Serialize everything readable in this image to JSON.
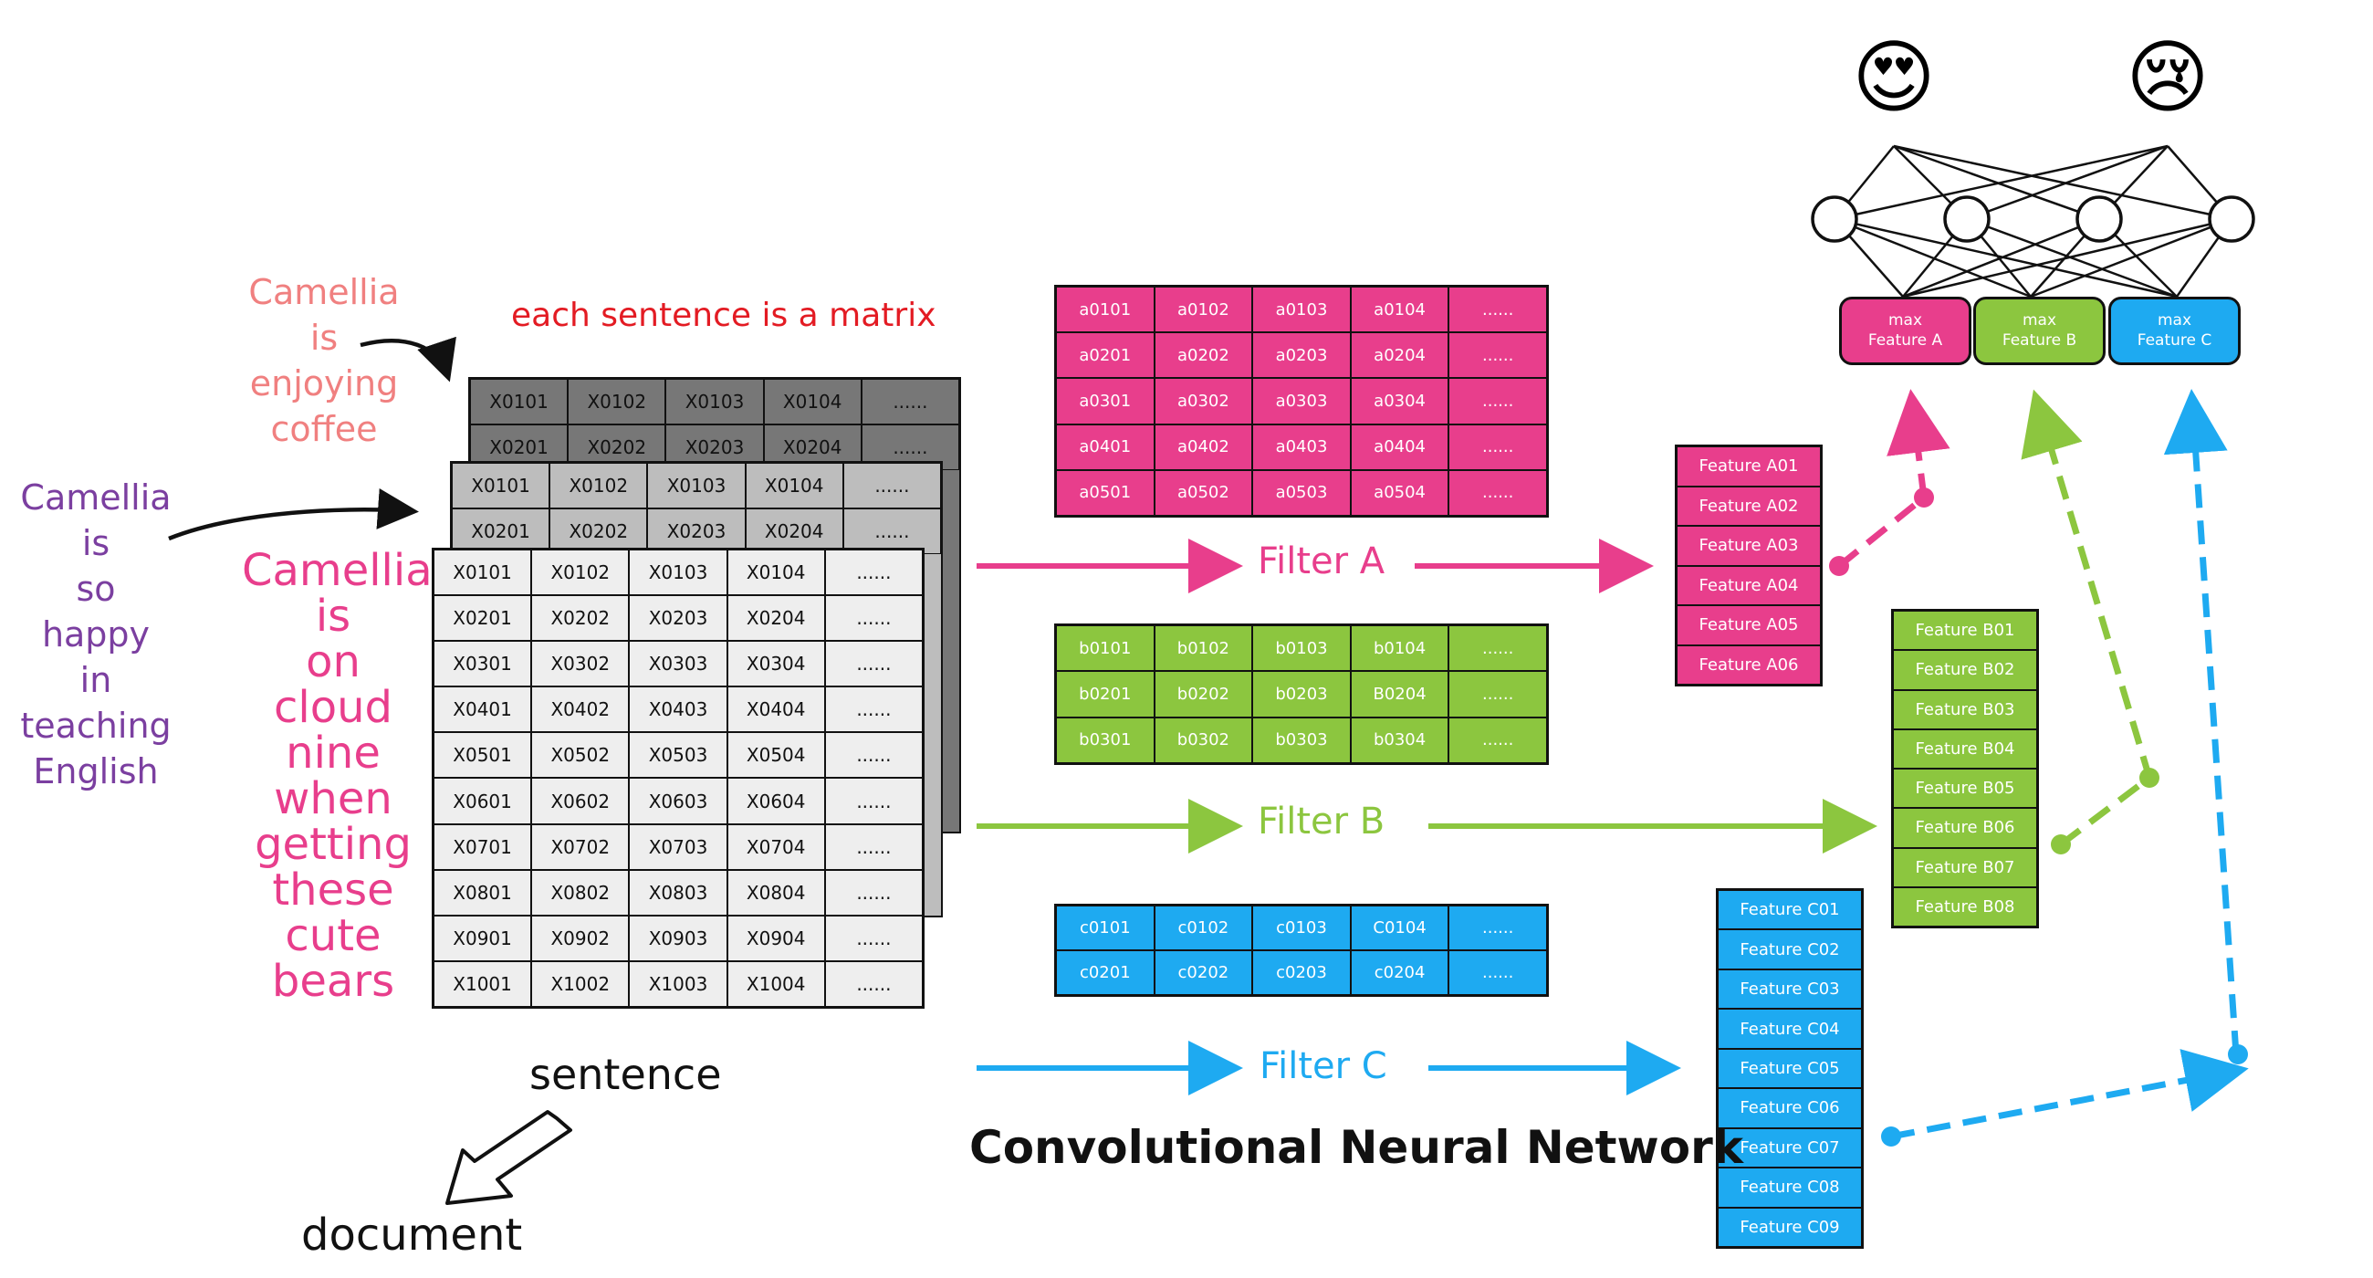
{
  "title": "Convolutional Neural Network",
  "annotation_matrix": "each sentence is a matrix",
  "label_sentence": "sentence",
  "label_document": "document",
  "colors": {
    "pink": "#e83e8c",
    "green": "#8cc63f",
    "blue": "#1eaaf1",
    "salmon": "#f08080",
    "purple": "#7b3fa0",
    "gray_dark": "#777777",
    "gray_mid": "#bdbdbd",
    "gray_light": "#eeeeee"
  },
  "sentences": {
    "coffee": [
      "Camellia",
      "is",
      "enjoying",
      "coffee"
    ],
    "english": [
      "Camellia",
      "is",
      "so",
      "happy",
      "in",
      "teaching",
      "English"
    ],
    "bears": [
      "Camellia",
      "is",
      "on",
      "cloud",
      "nine",
      "when",
      "getting",
      "these",
      "cute",
      "bears"
    ]
  },
  "matrix_back": [
    [
      "X0101",
      "X0102",
      "X0103",
      "X0104",
      "......"
    ],
    [
      "X0201",
      "X0202",
      "X0203",
      "X0204",
      "......"
    ]
  ],
  "matrix_middle": [
    [
      "X0101",
      "X0102",
      "X0103",
      "X0104",
      "......"
    ],
    [
      "X0201",
      "X0202",
      "X0203",
      "X0204",
      "......"
    ]
  ],
  "matrix_front": [
    [
      "X0101",
      "X0102",
      "X0103",
      "X0104",
      "......"
    ],
    [
      "X0201",
      "X0202",
      "X0203",
      "X0204",
      "......"
    ],
    [
      "X0301",
      "X0302",
      "X0303",
      "X0304",
      "......"
    ],
    [
      "X0401",
      "X0402",
      "X0403",
      "X0404",
      "......"
    ],
    [
      "X0501",
      "X0502",
      "X0503",
      "X0504",
      "......"
    ],
    [
      "X0601",
      "X0602",
      "X0603",
      "X0604",
      "......"
    ],
    [
      "X0701",
      "X0702",
      "X0703",
      "X0704",
      "......"
    ],
    [
      "X0801",
      "X0802",
      "X0803",
      "X0804",
      "......"
    ],
    [
      "X0901",
      "X0902",
      "X0903",
      "X0904",
      "......"
    ],
    [
      "X1001",
      "X1002",
      "X1003",
      "X1004",
      "......"
    ]
  ],
  "filter_a": {
    "label": "Filter A",
    "cells": [
      [
        "a0101",
        "a0102",
        "a0103",
        "a0104",
        "......"
      ],
      [
        "a0201",
        "a0202",
        "a0203",
        "a0204",
        "......"
      ],
      [
        "a0301",
        "a0302",
        "a0303",
        "a0304",
        "......"
      ],
      [
        "a0401",
        "a0402",
        "a0403",
        "a0404",
        "......"
      ],
      [
        "a0501",
        "a0502",
        "a0503",
        "a0504",
        "......"
      ]
    ],
    "features": [
      "Feature A01",
      "Feature A02",
      "Feature A03",
      "Feature A04",
      "Feature A05",
      "Feature A06"
    ]
  },
  "filter_b": {
    "label": "Filter B",
    "cells": [
      [
        "b0101",
        "b0102",
        "b0103",
        "b0104",
        "......"
      ],
      [
        "b0201",
        "b0202",
        "b0203",
        "B0204",
        "......"
      ],
      [
        "b0301",
        "b0302",
        "b0303",
        "b0304",
        "......"
      ]
    ],
    "features": [
      "Feature B01",
      "Feature B02",
      "Feature B03",
      "Feature B04",
      "Feature B05",
      "Feature B06",
      "Feature B07",
      "Feature B08"
    ]
  },
  "filter_c": {
    "label": "Filter C",
    "cells": [
      [
        "c0101",
        "c0102",
        "c0103",
        "C0104",
        "......"
      ],
      [
        "c0201",
        "c0202",
        "c0203",
        "c0204",
        "......"
      ]
    ],
    "features": [
      "Feature C01",
      "Feature C02",
      "Feature C03",
      "Feature C04",
      "Feature C05",
      "Feature C06",
      "Feature C07",
      "Feature C08",
      "Feature C09"
    ]
  },
  "max_boxes": [
    {
      "line1": "max",
      "line2": "Feature A"
    },
    {
      "line1": "max",
      "line2": "Feature B"
    },
    {
      "line1": "max",
      "line2": "Feature C"
    }
  ],
  "emojis": [
    {
      "name": "heart-eyes-emoji-icon",
      "glyph": "😍"
    },
    {
      "name": "sad-tear-emoji-icon",
      "glyph": "😢"
    }
  ]
}
